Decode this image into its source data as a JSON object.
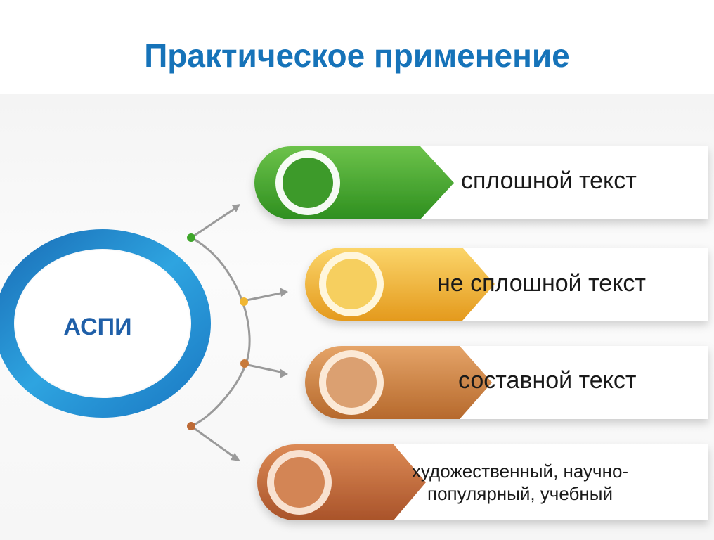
{
  "title": "Практическое применение",
  "center": {
    "label": "АСПИ"
  },
  "items": [
    {
      "label": "сплошной текст",
      "color": "#3ea62a"
    },
    {
      "label": "не сплошной текст",
      "color": "#f0b632"
    },
    {
      "label": "составной текст",
      "color": "#c87a3a"
    },
    {
      "label": "художественный, научно-популярный, учебный",
      "color": "#bd6a36"
    }
  ],
  "colors": {
    "title": "#1673b9",
    "ring": "#1f90d4"
  }
}
